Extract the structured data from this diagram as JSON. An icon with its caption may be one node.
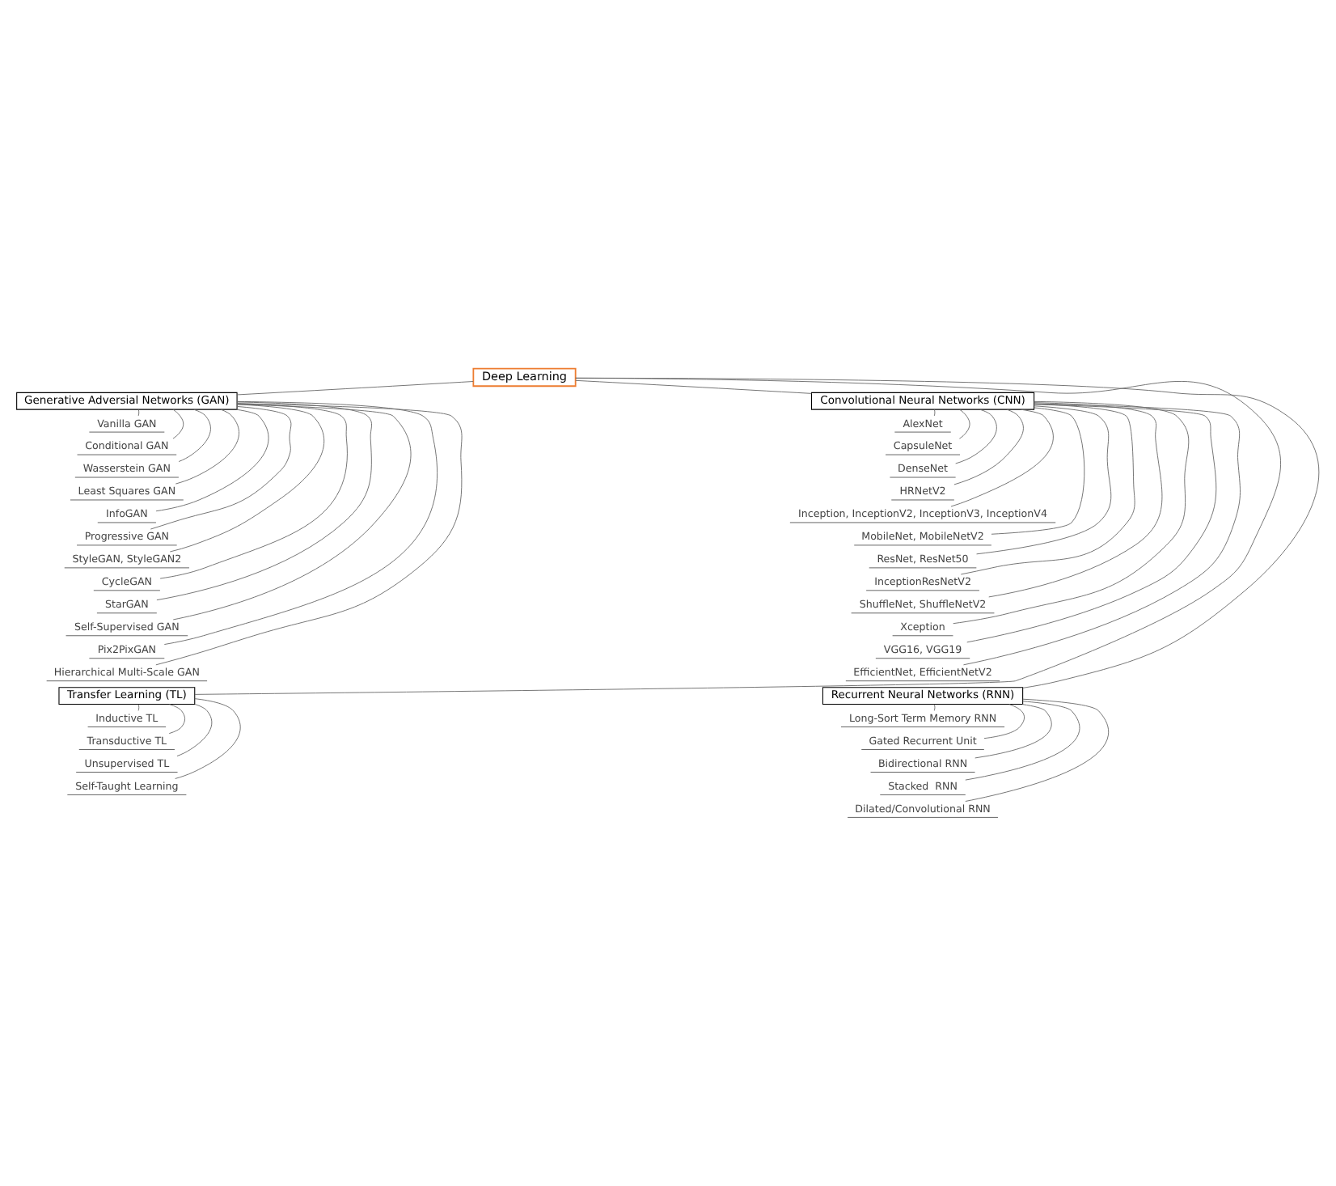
{
  "diagram": {
    "nodes": [
      {
        "text": [
          "Deep Learning"
        ]
      },
      {
        "text": [
          "Generative Adversial Networks (GAN)"
        ]
      },
      {
        "text": [
          "Convolutional Neural Networks (CNN)"
        ]
      },
      {
        "text": [
          "Transfer Learning (TL)"
        ]
      },
      {
        "text": [
          "Recurrent Neural Networks (RNN)"
        ]
      },
      {
        "text": [
          "Vanilla GAN"
        ]
      },
      {
        "text": [
          "Conditional GAN"
        ]
      },
      {
        "text": [
          "Wasserstein GAN"
        ]
      },
      {
        "text": [
          "Least Squares GAN"
        ]
      },
      {
        "text": [
          "InfoGAN"
        ]
      },
      {
        "text": [
          "Progressive GAN"
        ]
      },
      {
        "text": [
          "StyleGAN, StyleGAN2"
        ]
      },
      {
        "text": [
          "CycleGAN"
        ]
      },
      {
        "text": [
          "StarGAN"
        ]
      },
      {
        "text": [
          "Self-Supervised GAN"
        ]
      },
      {
        "text": [
          "Pix2PixGAN"
        ]
      },
      {
        "text": [
          "Hierarchical Multi-Scale GAN"
        ]
      },
      {
        "text": [
          "AlexNet"
        ]
      },
      {
        "text": [
          "CapsuleNet"
        ]
      },
      {
        "text": [
          "DenseNet"
        ]
      },
      {
        "text": [
          "HRNetV2"
        ]
      },
      {
        "text": [
          "Inception, InceptionV2, InceptionV3, InceptionV4"
        ]
      },
      {
        "text": [
          "MobileNet, MobileNetV2"
        ]
      },
      {
        "text": [
          "ResNet, ResNet50"
        ]
      },
      {
        "text": [
          "InceptionResNetV2"
        ]
      },
      {
        "text": [
          "ShuffleNet, ShuffleNetV2"
        ]
      },
      {
        "text": [
          "Xception"
        ]
      },
      {
        "text": [
          "VGG16, VGG19"
        ]
      },
      {
        "text": [
          "EfficientNet, EfficientNetV2"
        ]
      },
      {
        "text": [
          "Inductive TL"
        ]
      },
      {
        "text": [
          "Transductive TL"
        ]
      },
      {
        "text": [
          "Unsupervised TL"
        ]
      },
      {
        "text": [
          "Self-Taught Learning"
        ]
      },
      {
        "text": [
          "Long-Sort Term Memory RNN"
        ]
      },
      {
        "text": [
          "Gated Recurrent Unit"
        ]
      },
      {
        "text": [
          "Bidirectional RNN"
        ]
      },
      {
        "text": [
          "Stacked  RNN"
        ]
      },
      {
        "text": [
          "Dilated/Convolutional RNN"
        ]
      }
    ],
    "edges": [
      {
        "from": 0,
        "to": 1,
        "arrow": "none"
      },
      {
        "from": 0,
        "to": 2,
        "arrow": "none"
      },
      {
        "from": 0,
        "to": 3,
        "arrow": "none"
      },
      {
        "from": 0,
        "to": 4,
        "arrow": "none"
      },
      {
        "from": 1,
        "to": 5,
        "arrow": "none"
      },
      {
        "from": 1,
        "to": 6,
        "arrow": "none"
      },
      {
        "from": 1,
        "to": 7,
        "arrow": "none"
      },
      {
        "from": 1,
        "to": 8,
        "arrow": "none"
      },
      {
        "from": 1,
        "to": 9,
        "arrow": "none"
      },
      {
        "from": 1,
        "to": 10,
        "arrow": "none"
      },
      {
        "from": 1,
        "to": 11,
        "arrow": "none"
      },
      {
        "from": 1,
        "to": 12,
        "arrow": "none"
      },
      {
        "from": 1,
        "to": 13,
        "arrow": "none"
      },
      {
        "from": 1,
        "to": 14,
        "arrow": "none"
      },
      {
        "from": 1,
        "to": 15,
        "arrow": "none"
      },
      {
        "from": 1,
        "to": 16,
        "arrow": "none"
      },
      {
        "from": 2,
        "to": 17,
        "arrow": "none"
      },
      {
        "from": 2,
        "to": 18,
        "arrow": "none"
      },
      {
        "from": 2,
        "to": 19,
        "arrow": "none"
      },
      {
        "from": 2,
        "to": 20,
        "arrow": "none"
      },
      {
        "from": 2,
        "to": 21,
        "arrow": "none"
      },
      {
        "from": 2,
        "to": 22,
        "arrow": "none"
      },
      {
        "from": 2,
        "to": 23,
        "arrow": "none"
      },
      {
        "from": 2,
        "to": 24,
        "arrow": "none"
      },
      {
        "from": 2,
        "to": 25,
        "arrow": "none"
      },
      {
        "from": 2,
        "to": 26,
        "arrow": "none"
      },
      {
        "from": 2,
        "to": 27,
        "arrow": "none"
      },
      {
        "from": 2,
        "to": 28,
        "arrow": "none"
      },
      {
        "from": 3,
        "to": 29,
        "arrow": "none"
      },
      {
        "from": 3,
        "to": 30,
        "arrow": "none"
      },
      {
        "from": 3,
        "to": 31,
        "arrow": "none"
      },
      {
        "from": 3,
        "to": 32,
        "arrow": "none"
      },
      {
        "from": 4,
        "to": 33,
        "arrow": "none"
      },
      {
        "from": 4,
        "to": 34,
        "arrow": "none"
      },
      {
        "from": 4,
        "to": 35,
        "arrow": "none"
      },
      {
        "from": 4,
        "to": 36,
        "arrow": "none"
      },
      {
        "from": 4,
        "to": 37,
        "arrow": "none"
      }
    ]
  }
}
